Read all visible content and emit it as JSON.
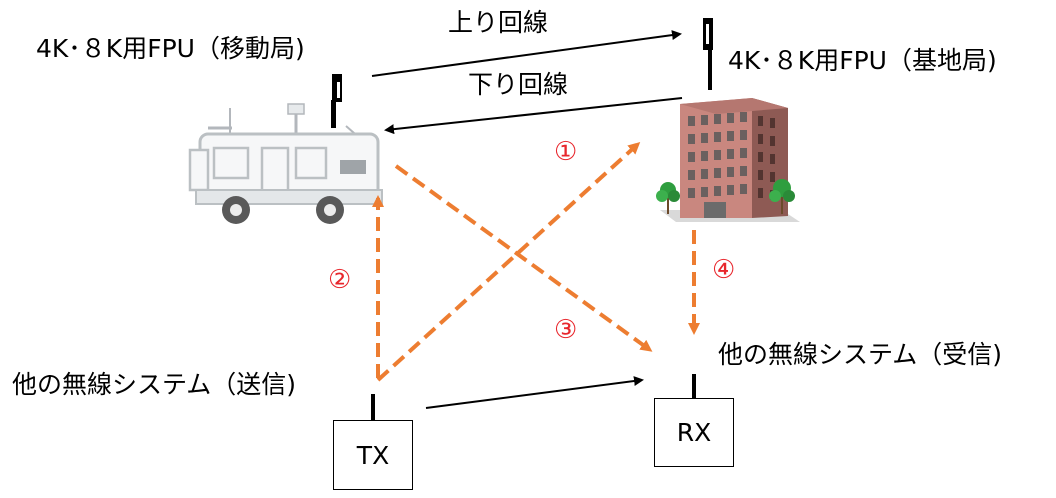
{
  "labels": {
    "mobile_station": "4K･８K用FPU（移動局)",
    "base_station": "4K･８K用FPU（基地局)",
    "uplink": "上り回線",
    "downlink": "下り回線",
    "other_rx_system": "他の無線システム（受信)",
    "other_tx_system": "他の無線システム（送信)"
  },
  "paths": {
    "p1": "①",
    "p2": "②",
    "p3": "③",
    "p4": "④"
  },
  "devices": {
    "tx": "TX",
    "rx": "RX"
  },
  "icons": {
    "mobile": "broadcast-van-icon",
    "base": "office-building-icon",
    "antenna": "antenna-icon"
  },
  "colors": {
    "interference": "#ed7d31",
    "path_number": "#e8262c",
    "link": "#000000"
  }
}
